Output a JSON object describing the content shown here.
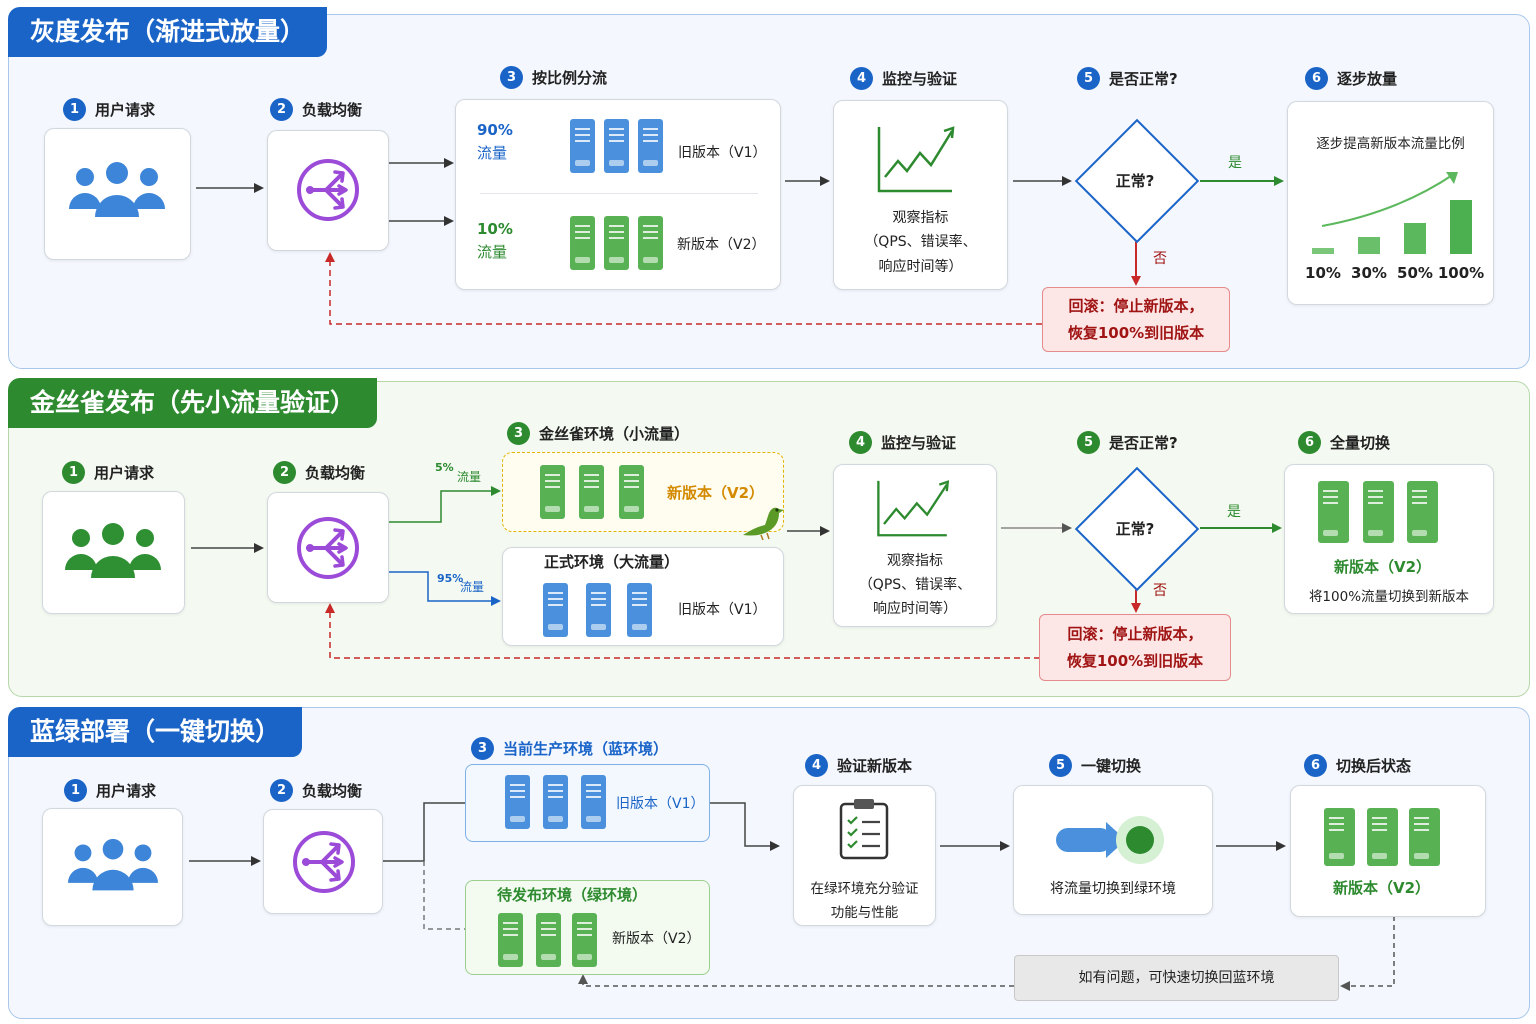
{
  "colors": {
    "blue": "#1a64c8",
    "green": "#2d8a2f",
    "red": "#d03030",
    "purple": "#9b4bd8"
  },
  "icons": [
    "users-icon",
    "load-balancer-icon",
    "server-icon",
    "chart-trend-icon",
    "clipboard-checklist-icon",
    "switch-arrow-icon",
    "canary-bird-icon"
  ],
  "gray": {
    "title": "灰度发布（渐进式放量）",
    "s1": {
      "n": "1",
      "label": "用户请求"
    },
    "s2": {
      "n": "2",
      "label": "负载均衡"
    },
    "s3": {
      "n": "3",
      "label": "按比例分流",
      "old_pct": "90%",
      "old_unit": "流量",
      "old_name": "旧版本（V1）",
      "new_pct": "10%",
      "new_unit": "流量",
      "new_name": "新版本（V2）"
    },
    "s4": {
      "n": "4",
      "label": "监控与验证",
      "line1": "观察指标",
      "line2": "（QPS、错误率、",
      "line3": "响应时间等）"
    },
    "s5": {
      "n": "5",
      "label": "是否正常?",
      "question": "正常?",
      "yes": "是",
      "no": "否"
    },
    "s6": {
      "n": "6",
      "label": "逐步放量",
      "caption": "逐步提高新版本流量比例",
      "steps": [
        "10%",
        "30%",
        "50%",
        "100%"
      ]
    },
    "rollback": {
      "line1": "回滚：停止新版本，",
      "line2": "恢复100%到旧版本"
    }
  },
  "canary": {
    "title": "金丝雀发布（先小流量验证）",
    "s1": {
      "n": "1",
      "label": "用户请求"
    },
    "s2": {
      "n": "2",
      "label": "负载均衡",
      "small_pct": "5%",
      "small_unit": "流量",
      "big_pct": "95%",
      "big_unit": "流量"
    },
    "s3": {
      "n": "3",
      "label": "金丝雀环境（小流量）",
      "new_name": "新版本（V2）",
      "prod_label": "正式环境（大流量）",
      "old_name": "旧版本（V1）"
    },
    "s4": {
      "n": "4",
      "label": "监控与验证",
      "line1": "观察指标",
      "line2": "（QPS、错误率、",
      "line3": "响应时间等）"
    },
    "s5": {
      "n": "5",
      "label": "是否正常?",
      "question": "正常?",
      "yes": "是",
      "no": "否"
    },
    "s6": {
      "n": "6",
      "label": "全量切换",
      "name": "新版本（V2）",
      "caption": "将100%流量切换到新版本"
    },
    "rollback": {
      "line1": "回滚：停止新版本，",
      "line2": "恢复100%到旧版本"
    }
  },
  "bluegreen": {
    "title": "蓝绿部署（一键切换）",
    "s1": {
      "n": "1",
      "label": "用户请求"
    },
    "s2": {
      "n": "2",
      "label": "负载均衡"
    },
    "s3": {
      "n": "3",
      "label": "当前生产环境（蓝环境）",
      "old_name": "旧版本（V1）",
      "green_label": "待发布环境（绿环境）",
      "new_name": "新版本（V2）"
    },
    "s4": {
      "n": "4",
      "label": "验证新版本",
      "line1": "在绿环境充分验证",
      "line2": "功能与性能"
    },
    "s5": {
      "n": "5",
      "label": "一键切换",
      "caption": "将流量切换到绿环境"
    },
    "s6": {
      "n": "6",
      "label": "切换后状态",
      "name": "新版本（V2）"
    },
    "fallback": "如有问题，可快速切换回蓝环境"
  }
}
